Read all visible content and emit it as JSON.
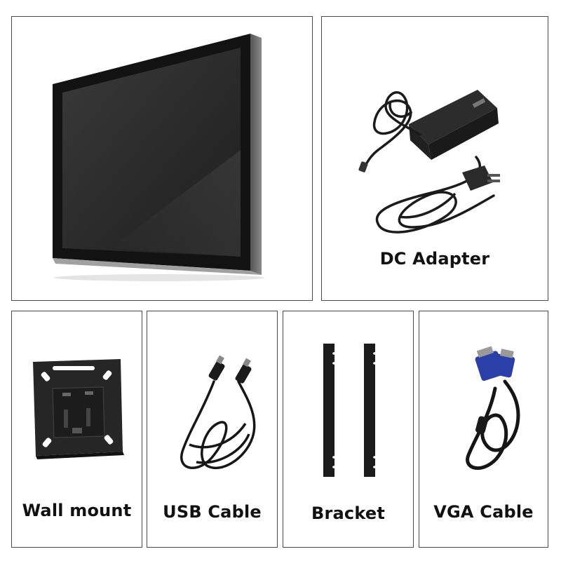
{
  "panels": {
    "monitor": {
      "label": ""
    },
    "dc_adapter": {
      "label": "DC Adapter"
    },
    "wall_mount": {
      "label": "Wall mount"
    },
    "usb_cable": {
      "label": "USB Cable"
    },
    "bracket": {
      "label": "Bracket"
    },
    "vga_cable": {
      "label": "VGA Cable"
    }
  },
  "colors": {
    "border": "#4a4a4a",
    "device": "#1a1a1a",
    "vga_connector": "#2b3fa8"
  }
}
